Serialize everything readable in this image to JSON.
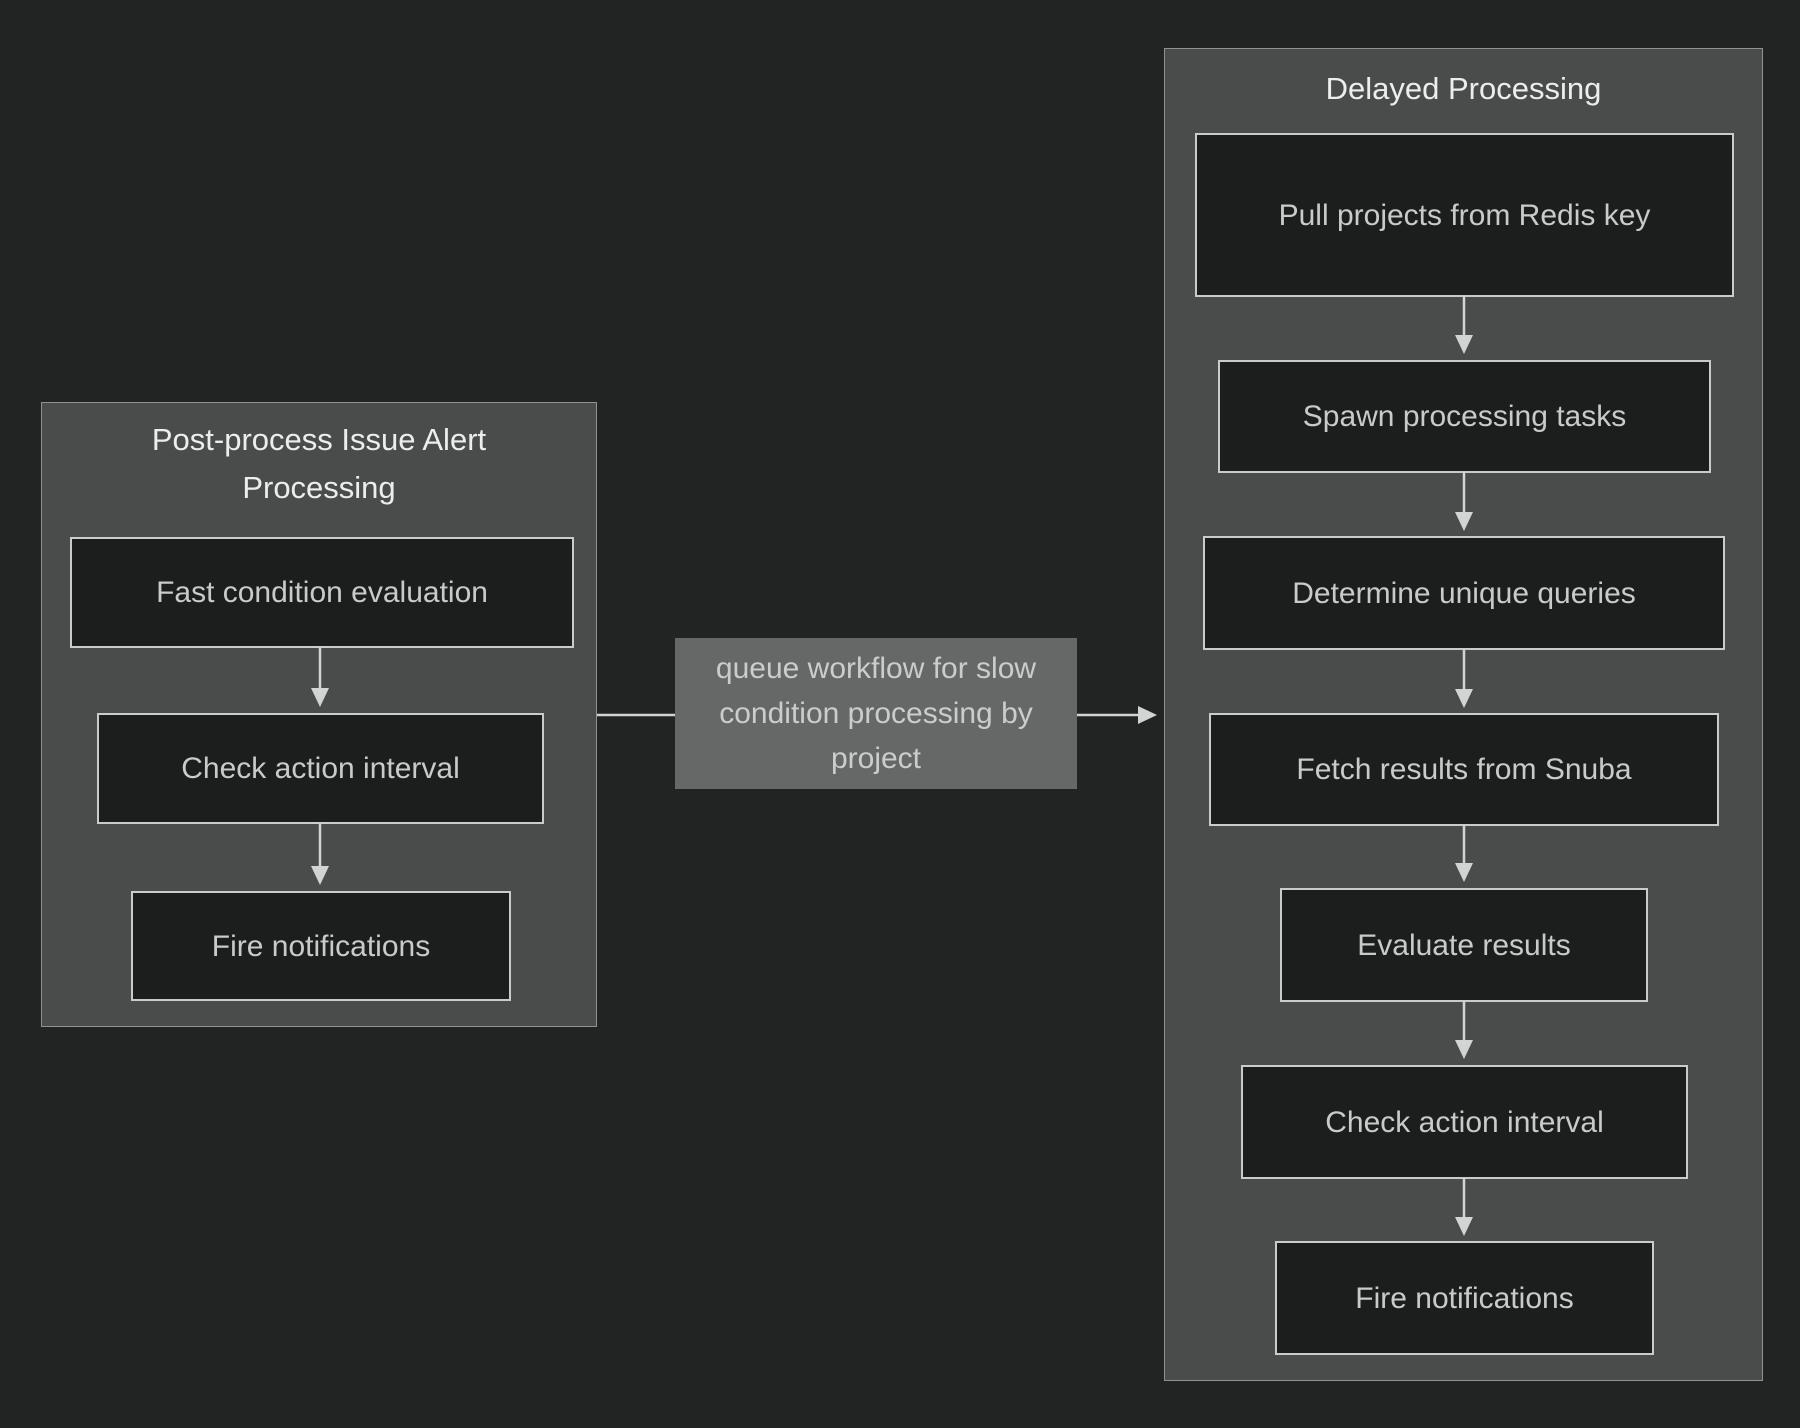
{
  "diagram": {
    "left_panel": {
      "title": "Post-process Issue Alert Processing",
      "nodes": [
        {
          "id": "fast-condition-evaluation",
          "label": "Fast condition evaluation"
        },
        {
          "id": "check-action-interval",
          "label": "Check action interval"
        },
        {
          "id": "fire-notifications",
          "label": "Fire notifications"
        }
      ]
    },
    "edge_label": "queue workflow for slow condition processing by project",
    "right_panel": {
      "title": "Delayed Processing",
      "nodes": [
        {
          "id": "pull-projects-from-redis-key",
          "label": "Pull projects from Redis key"
        },
        {
          "id": "spawn-processing-tasks",
          "label": "Spawn processing tasks"
        },
        {
          "id": "determine-unique-queries",
          "label": "Determine unique queries"
        },
        {
          "id": "fetch-results-from-snuba",
          "label": "Fetch results from Snuba"
        },
        {
          "id": "evaluate-results",
          "label": "Evaluate results"
        },
        {
          "id": "check-action-interval",
          "label": "Check action interval"
        },
        {
          "id": "fire-notifications",
          "label": "Fire notifications"
        }
      ]
    },
    "colors": {
      "canvas_bg": "#222323",
      "panel_bg": "#4a4c4c",
      "panel_border": "#8f9292",
      "node_bg": "#1c1d1d",
      "node_border": "#c9cccc",
      "node_text": "#c9cbcb",
      "title_text": "#eceeee",
      "edge_label_bg": "#666868",
      "edge_label_text": "#cbcdcd",
      "arrow": "#d2d4d4"
    }
  }
}
